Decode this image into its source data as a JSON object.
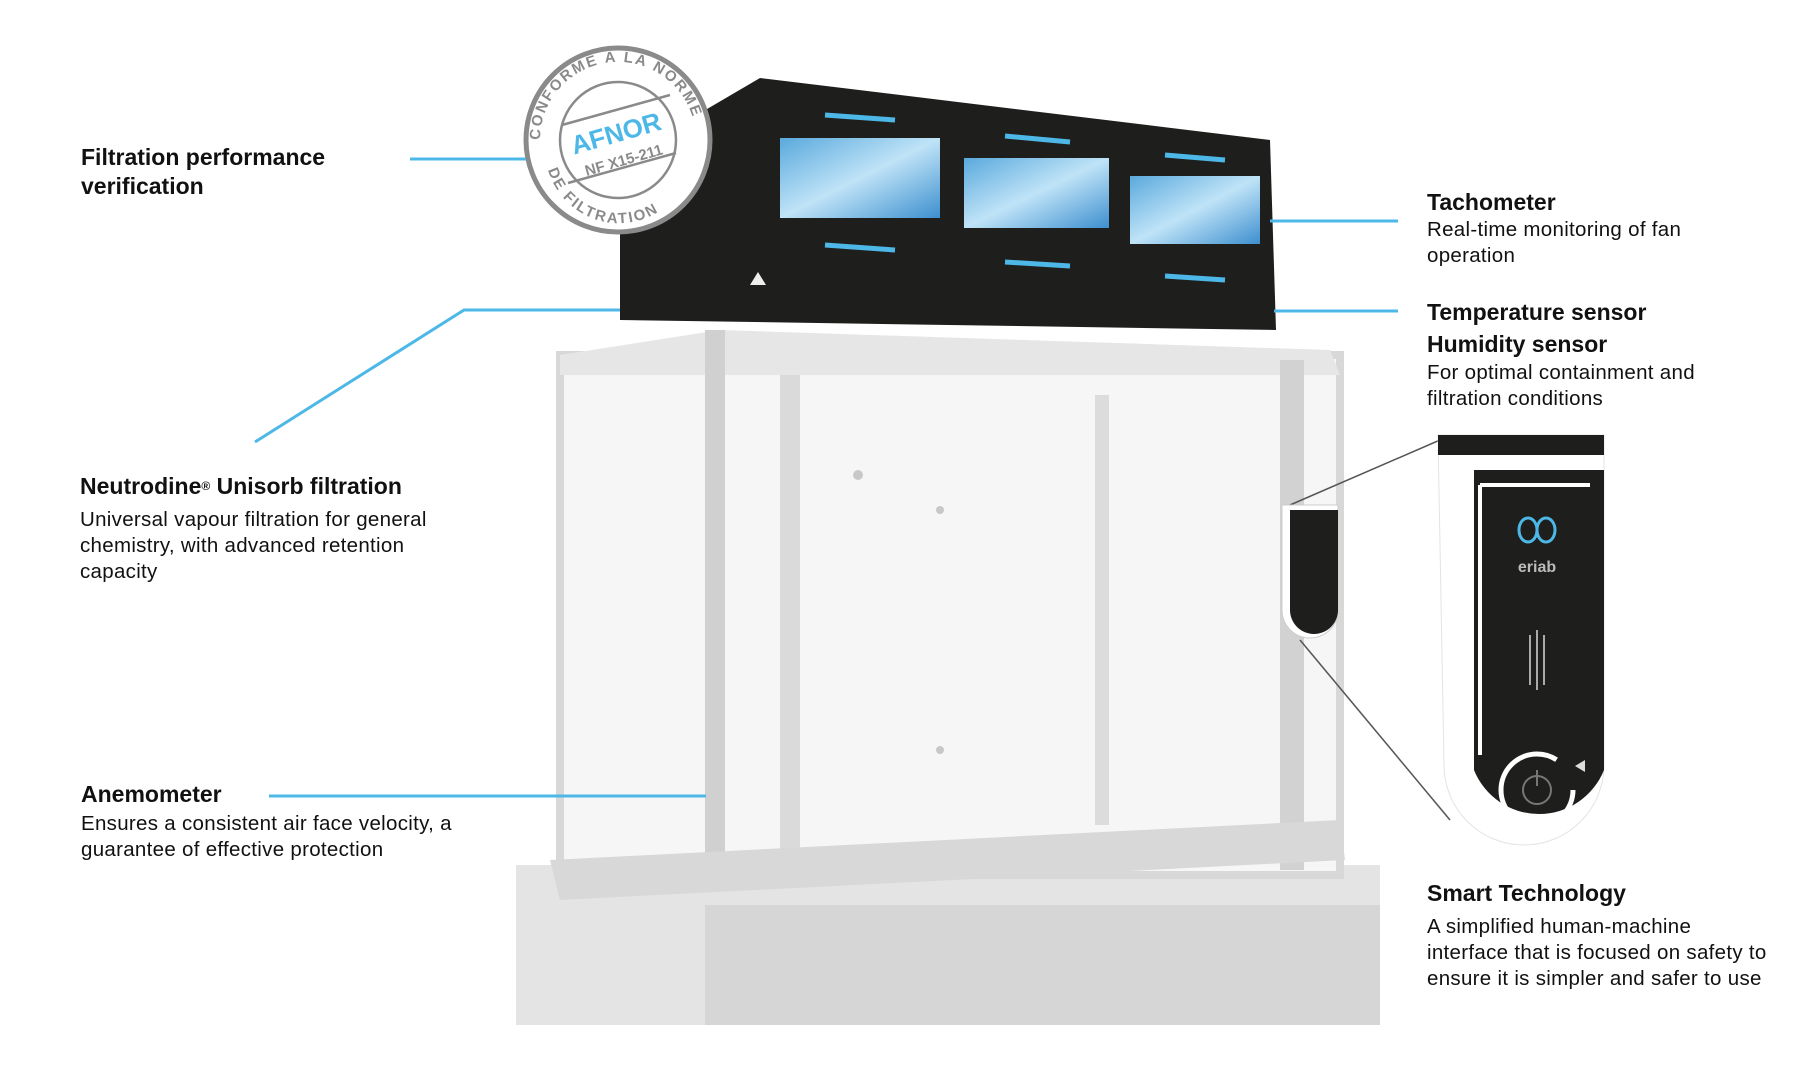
{
  "stamp": {
    "top_arc": "CONFORME A LA NORME",
    "brand": "AFNOR",
    "standard": "NF X15-211",
    "bottom_arc": "DE FILTRATION"
  },
  "device": {
    "brand": "eriab"
  },
  "callouts": {
    "filtration_verification": {
      "title": "Filtration performance verification"
    },
    "tachometer": {
      "title": "Tachometer",
      "body": "Real-time monitoring of fan operation"
    },
    "sensors": {
      "title_1": "Temperature sensor",
      "title_2": "Humidity sensor",
      "body": "For optimal containment and filtration conditions"
    },
    "neutrodine": {
      "title": "Neutrodine",
      "reg": "®",
      "title_rest": " Unisorb filtration",
      "body": "Universal vapour filtration for general chemistry, with advanced retention capacity"
    },
    "anemometer": {
      "title": "Anemometer",
      "body": "Ensures a consistent air face velocity, a guarantee of effective protection"
    },
    "smart": {
      "title": "Smart Technology",
      "body": "A simplified human-machine interface that is focused on safety to ensure it is simpler and safer to use"
    }
  },
  "colors": {
    "accent": "#4db8e8",
    "dark": "#1e1f1c",
    "cabinet": "#d9d9d9"
  }
}
